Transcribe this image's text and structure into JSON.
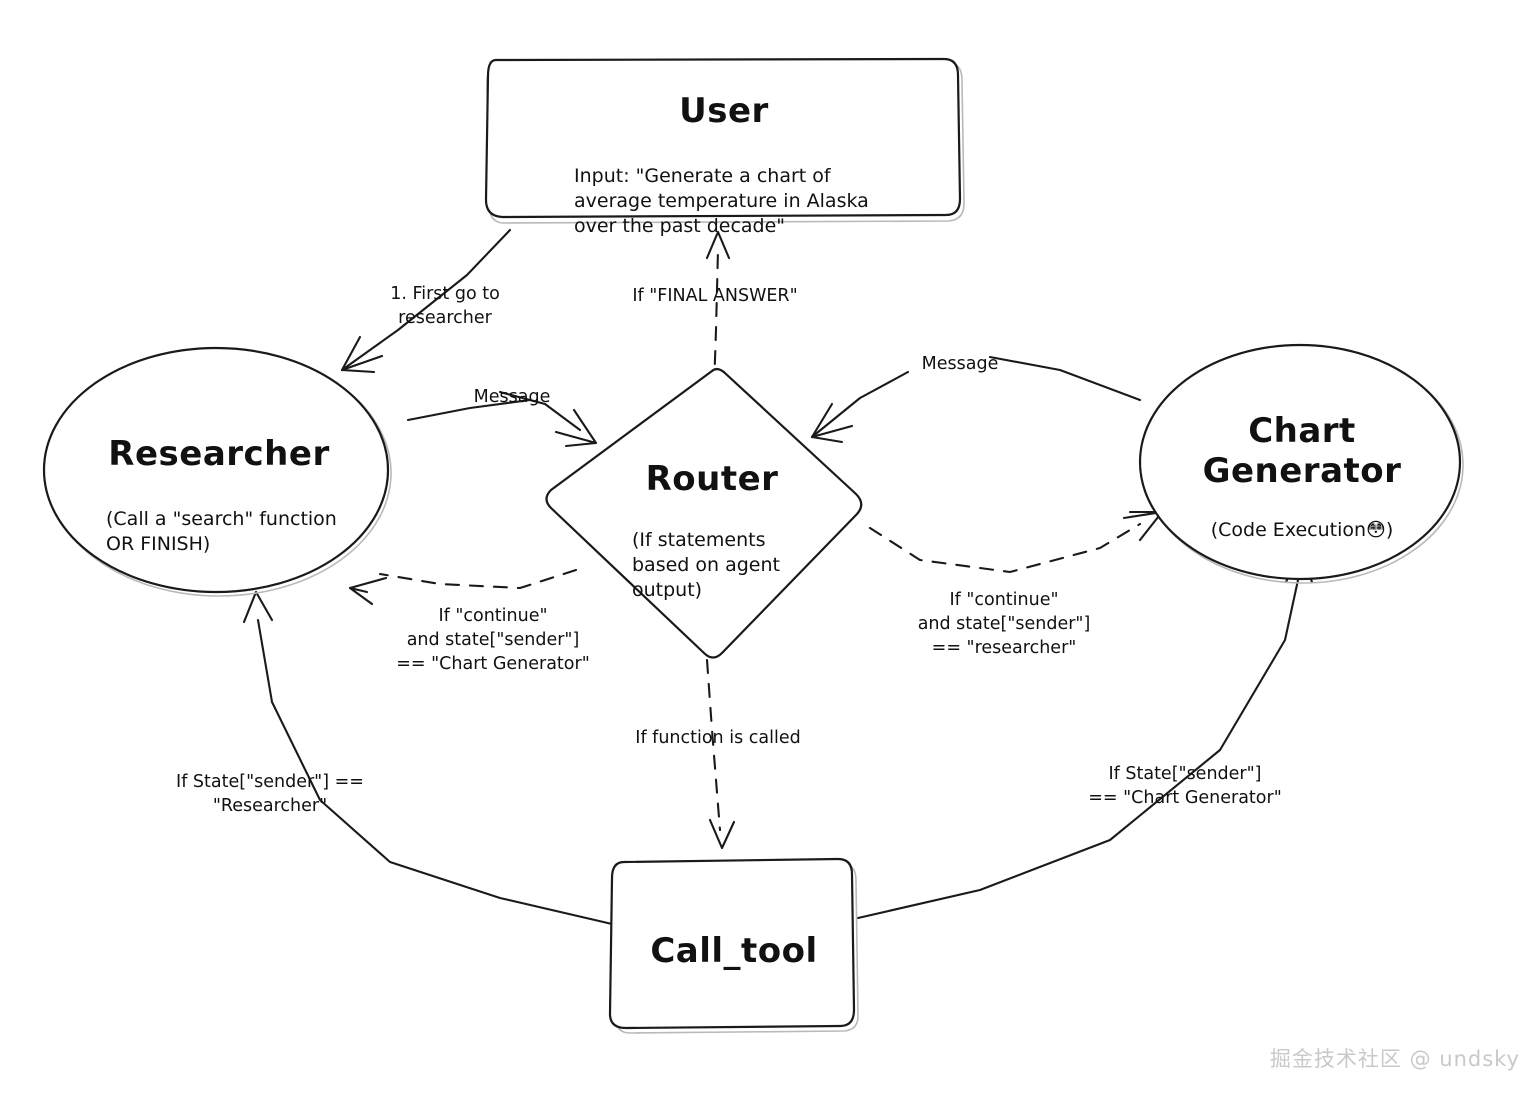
{
  "diagram": {
    "title": "Multi-agent collaboration graph",
    "watermark": "掘金技术社区 @ undsky",
    "ink_color": "#1a1a1a",
    "background": "#ffffff"
  },
  "nodes": [
    {
      "id": "user",
      "shape": "rounded-rect",
      "title": "User",
      "subtitle": "Input: \"Generate a chart of\naverage temperature in Alaska\nover the past decade\""
    },
    {
      "id": "researcher",
      "shape": "ellipse",
      "title": "Researcher",
      "subtitle": "(Call a \"search\" function\nOR FINISH)"
    },
    {
      "id": "router",
      "shape": "diamond",
      "title": "Router",
      "subtitle": "(If statements\nbased on agent\noutput)"
    },
    {
      "id": "chart_generator",
      "shape": "ellipse",
      "title": "Chart\nGenerator",
      "subtitle": "(Code Execution😳)"
    },
    {
      "id": "call_tool",
      "shape": "rounded-rect",
      "title": "Call_tool",
      "subtitle": ""
    }
  ],
  "edges": [
    {
      "id": "user-to-researcher",
      "from": "user",
      "to": "researcher",
      "style": "solid",
      "label": "1. First go to\nresearcher"
    },
    {
      "id": "researcher-to-router",
      "from": "researcher",
      "to": "router",
      "style": "solid",
      "label": "Message"
    },
    {
      "id": "router-to-user",
      "from": "router",
      "to": "user",
      "style": "dashed",
      "label": "If \"FINAL ANSWER\""
    },
    {
      "id": "chartgen-to-router",
      "from": "chart_generator",
      "to": "router",
      "style": "solid",
      "label": "Message"
    },
    {
      "id": "router-to-researcher",
      "from": "router",
      "to": "researcher",
      "style": "dashed",
      "label": "If \"continue\"\nand state[\"sender\"]\n== \"Chart Generator\""
    },
    {
      "id": "router-to-chartgen",
      "from": "router",
      "to": "chart_generator",
      "style": "dashed",
      "label": "If \"continue\"\nand state[\"sender\"]\n== \"researcher\""
    },
    {
      "id": "router-to-calltool",
      "from": "router",
      "to": "call_tool",
      "style": "dashed",
      "label": "If function is called"
    },
    {
      "id": "calltool-to-researcher",
      "from": "call_tool",
      "to": "researcher",
      "style": "solid",
      "label": "If State[\"sender\"] ==\n\"Researcher\""
    },
    {
      "id": "calltool-to-chartgen",
      "from": "call_tool",
      "to": "chart_generator",
      "style": "solid",
      "label": "If State[\"sender\"]\n== \"Chart Generator\""
    }
  ]
}
